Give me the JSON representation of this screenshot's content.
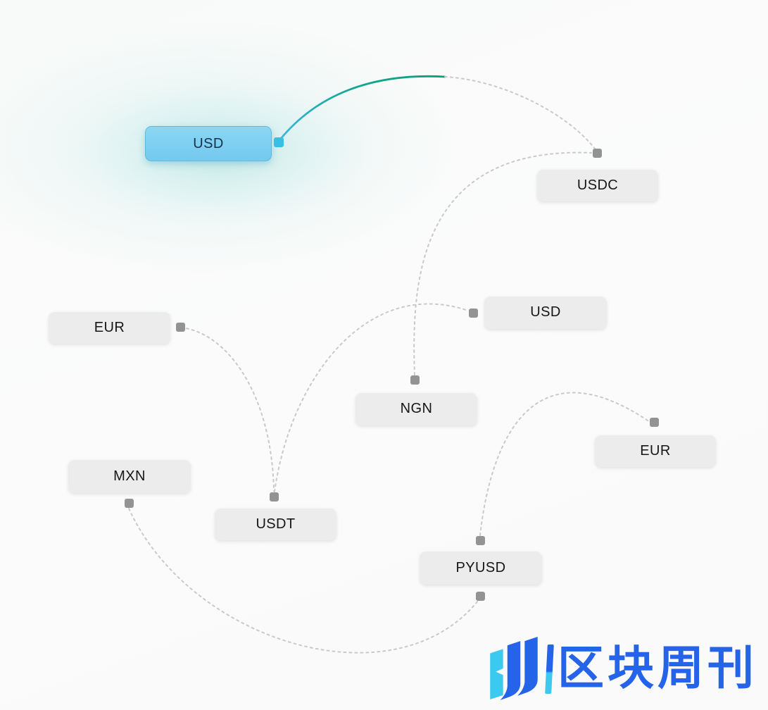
{
  "app": {
    "type": "currency-flow-diagram"
  },
  "nodes": {
    "usd_source": {
      "label": "USD",
      "highlighted": true
    },
    "usdc": {
      "label": "USDC"
    },
    "eur_left": {
      "label": "EUR"
    },
    "usd_right": {
      "label": "USD"
    },
    "ngn": {
      "label": "NGN"
    },
    "eur_right": {
      "label": "EUR"
    },
    "mxn": {
      "label": "MXN"
    },
    "usdt": {
      "label": "USDT"
    },
    "pyusd": {
      "label": "PYUSD"
    }
  },
  "edges": [
    {
      "from": "usd_source",
      "to": "usdc",
      "style": "active-teal-to-dashed"
    },
    {
      "from": "ngn",
      "to": "usdc",
      "style": "dashed"
    },
    {
      "from": "usdt",
      "to": "usd_right",
      "style": "dashed"
    },
    {
      "from": "eur_left",
      "to": "usdt",
      "style": "dashed"
    },
    {
      "from": "pyusd",
      "to": "eur_right",
      "style": "dashed"
    },
    {
      "from": "mxn",
      "to": "pyusd",
      "style": "dashed"
    }
  ],
  "colors": {
    "highlight_node_fill": "#7fcdf0",
    "active_edge_start": "#3fb6dc",
    "active_edge_end": "#0aa077",
    "dashed_edge": "#c9c9c9",
    "node_fill": "#ececec",
    "connector": "#939393",
    "highlight_connector": "#38bfe8",
    "logo_blue": "#2563e8",
    "logo_cyan": "#3cc9f0"
  },
  "logo": {
    "text": "区块周刊",
    "icon": "three-bars-mark"
  }
}
